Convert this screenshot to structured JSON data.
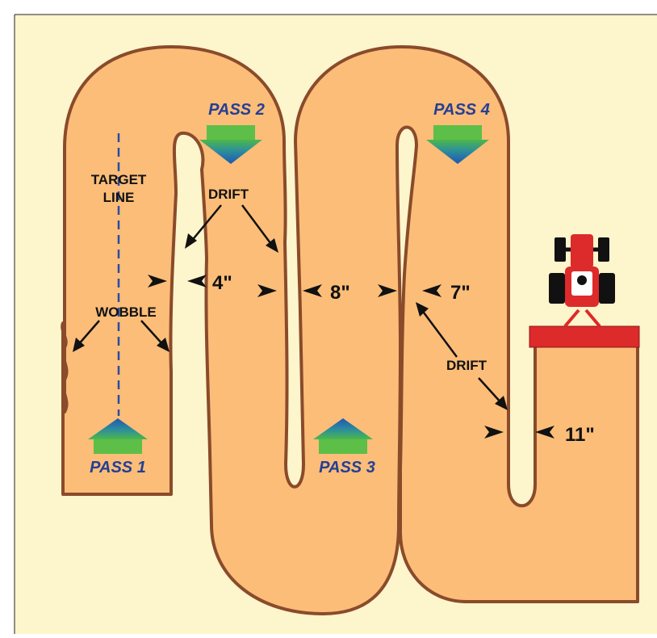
{
  "colors": {
    "background": "#fdf5cc",
    "swath_fill": "#fbbd78",
    "swath_stroke": "#8a4b2b",
    "pass_text": "#253f94",
    "target_line": "#2c4ca6",
    "tractor_red": "#dd2a2a",
    "tire_black": "#111111"
  },
  "passes": {
    "pass1": "PASS 1",
    "pass2": "PASS 2",
    "pass3": "PASS 3",
    "pass4": "PASS 4"
  },
  "labels": {
    "target_line_1": "TARGET",
    "target_line_2": "LINE",
    "wobble": "WOBBLE",
    "drift_top": "DRIFT",
    "drift_bottom": "DRIFT"
  },
  "measurements": {
    "gap_1": "4\"",
    "gap_2": "8\"",
    "gap_3": "7\"",
    "gap_4": "11\""
  }
}
